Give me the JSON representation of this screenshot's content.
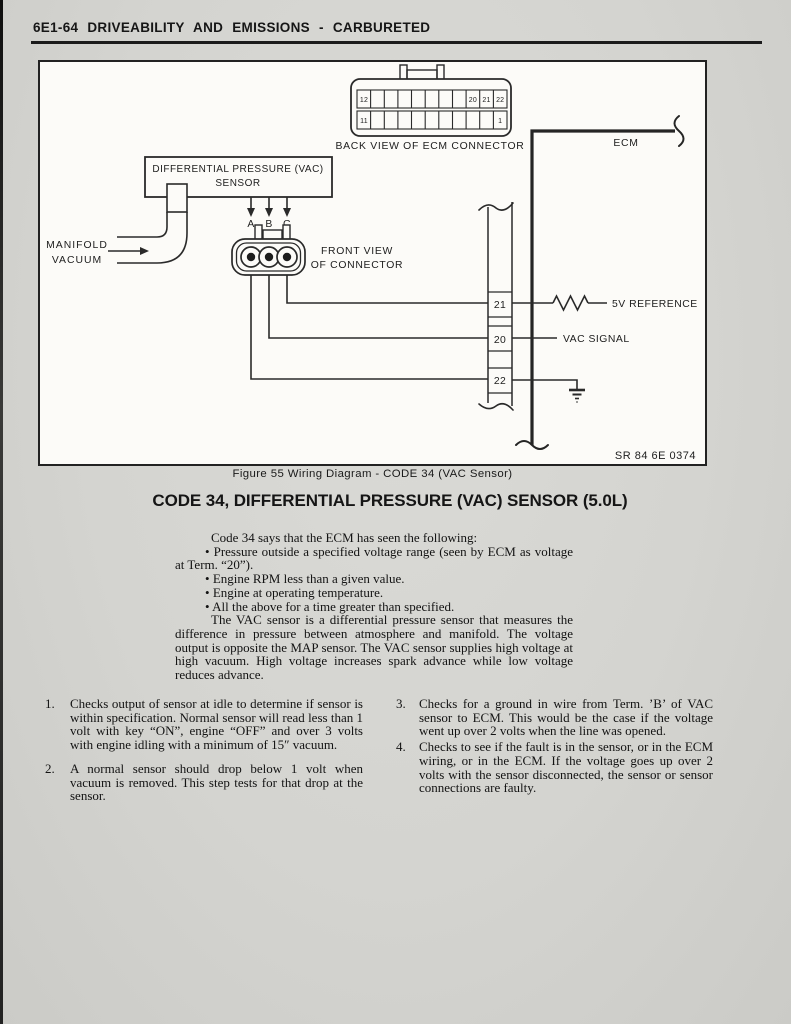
{
  "page": {
    "header": "6E1-64 DRIVEABILITY AND EMISSIONS - CARBURETED"
  },
  "figure": {
    "caption": "Figure 55 Wiring Diagram - CODE 34 (VAC Sensor)",
    "ref_number": "SR 84 6E 0374",
    "diagram": {
      "back_view_caption": "BACK VIEW OF ECM CONNECTOR",
      "ecm_label": "ECM",
      "sensor": {
        "line1": "DIFFERENTIAL PRESSURE (VAC)",
        "line2": "SENSOR"
      },
      "manifold": {
        "line1": "MANIFOLD",
        "line2": "VACUUM"
      },
      "front_view": {
        "line1": "FRONT VIEW",
        "line2": "OF CONNECTOR"
      },
      "terminal_letters": {
        "a": "A",
        "b": "B",
        "c": "C"
      },
      "back_pins": {
        "p12": "12",
        "p20": "20",
        "p21": "21",
        "p22": "22",
        "p11": "11",
        "p1": "1"
      },
      "ecm_terminals": {
        "t21": "21",
        "t20": "20",
        "t22": "22"
      },
      "signals": {
        "five_v_reference": "5V REFERENCE",
        "vac_signal": "VAC SIGNAL"
      }
    }
  },
  "section": {
    "title": "CODE 34, DIFFERENTIAL PRESSURE (VAC) SENSOR (5.0L)",
    "intro": "Code 34 says that the ECM has seen the following:",
    "bullet_glyph": "•",
    "bullets": [
      "Pressure outside a specified voltage range (seen by ECM as voltage at Term. “20”).",
      "Engine RPM less than a given value.",
      "Engine at operating temperature.",
      "All the above for a time greater than specified."
    ],
    "body": "The VAC sensor is a differential pressure sensor that measures the difference in pressure between atmosphere and manifold. The voltage output is opposite the MAP sensor. The VAC sensor supplies high voltage at high vacuum. High voltage increases spark advance while low voltage reduces advance.",
    "steps": [
      {
        "num": "1.",
        "text": "Checks output of sensor at idle to determine if sensor is within specification. Normal sensor will read less than 1 volt with key “ON”, engine “OFF” and over 3 volts with engine idling with a minimum of 15″ vacuum."
      },
      {
        "num": "2.",
        "text": "A normal sensor should drop below 1 volt when vacuum is removed. This step tests for that drop at the sensor."
      },
      {
        "num": "3.",
        "text": "Checks for a ground in wire from Term. ’B’ of VAC sensor to ECM. This would be the case if the voltage went up over 2 volts when the line was opened."
      },
      {
        "num": "4.",
        "text": "Checks to see if the fault is in the sensor, or in the ECM wiring, or in the ECM. If the voltage goes up over 2 volts with the sensor disconnected, the sensor or sensor connections are faulty."
      }
    ]
  },
  "colors": {
    "page_bg": "#d4d4d0",
    "paper": "#fcfbf8",
    "ink": "#1d1d1d",
    "line": "#2a2a2a"
  }
}
